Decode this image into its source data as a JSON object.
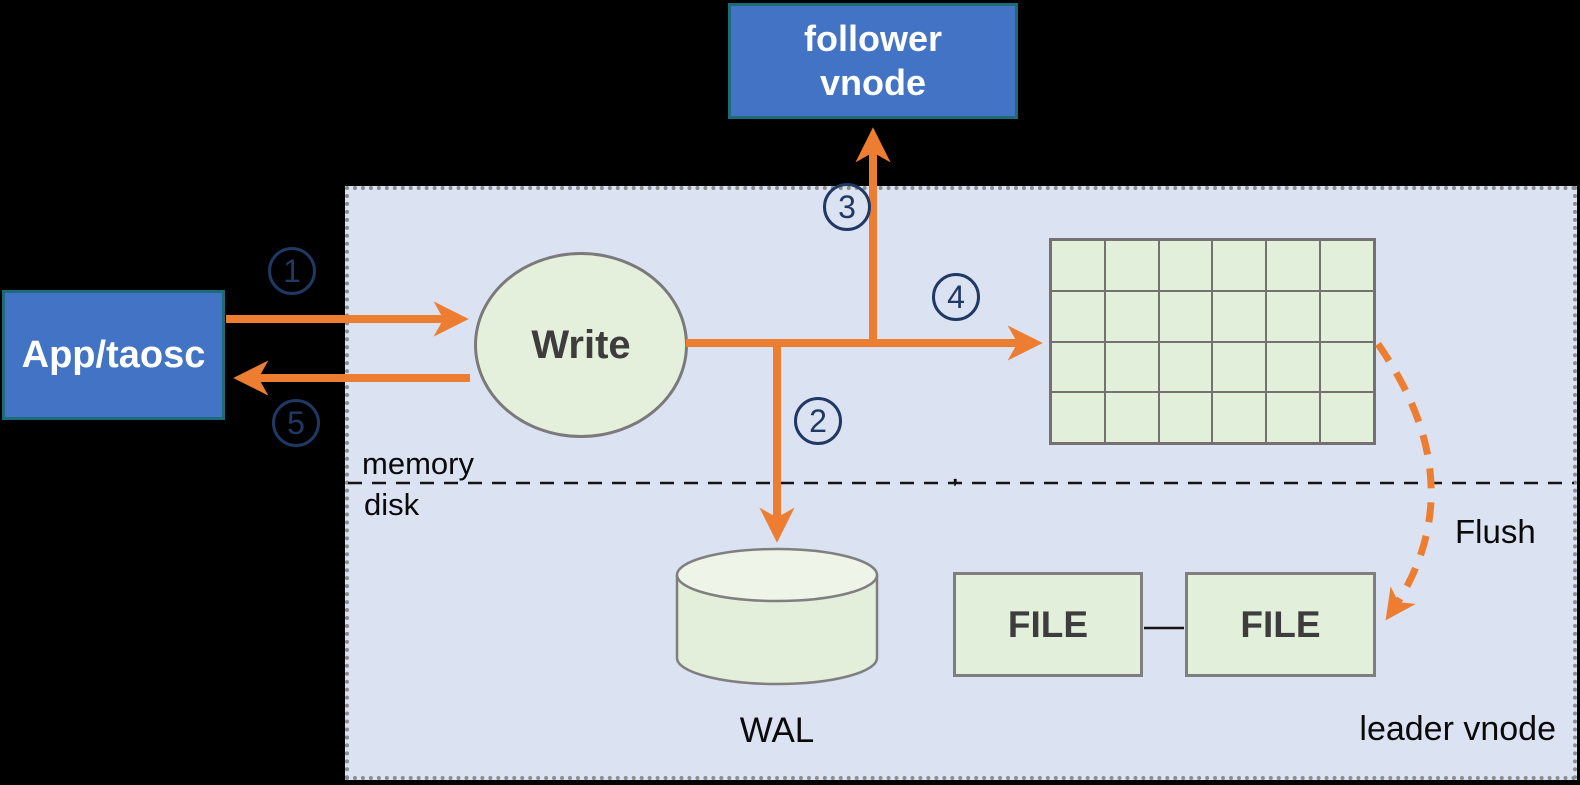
{
  "nodes": {
    "app": {
      "label": "App/taosc"
    },
    "follower": {
      "line1": "follower",
      "line2": "vnode"
    },
    "write": {
      "label": "Write"
    },
    "wal": {
      "label": "WAL"
    },
    "file1": {
      "label": "FILE"
    },
    "file2": {
      "label": "FILE"
    }
  },
  "labels": {
    "memory": "memory",
    "disk": "disk",
    "flush": "Flush",
    "leader_vnode": "leader vnode",
    "stray_comma": ","
  },
  "steps": [
    {
      "num": "1"
    },
    {
      "num": "2"
    },
    {
      "num": "3"
    },
    {
      "num": "4"
    },
    {
      "num": "5"
    }
  ],
  "grid": {
    "rows": 4,
    "cols": 6
  },
  "colors": {
    "background": "#000000",
    "panel_fill": "#dbe2f1",
    "panel_border": "#8c8c8c",
    "node_blue_fill": "#4273c4",
    "node_blue_border": "#1d6b78",
    "node_green_fill": "#e2efda",
    "node_green_border": "#7f7f7f",
    "cylinder_top_fill": "#eef5e8",
    "arrow_orange": "#ED7D31",
    "step_navy": "#1f3864",
    "divider_black": "#141414",
    "text_dark": "#3d3d3d",
    "text_white": "#ffffff"
  }
}
